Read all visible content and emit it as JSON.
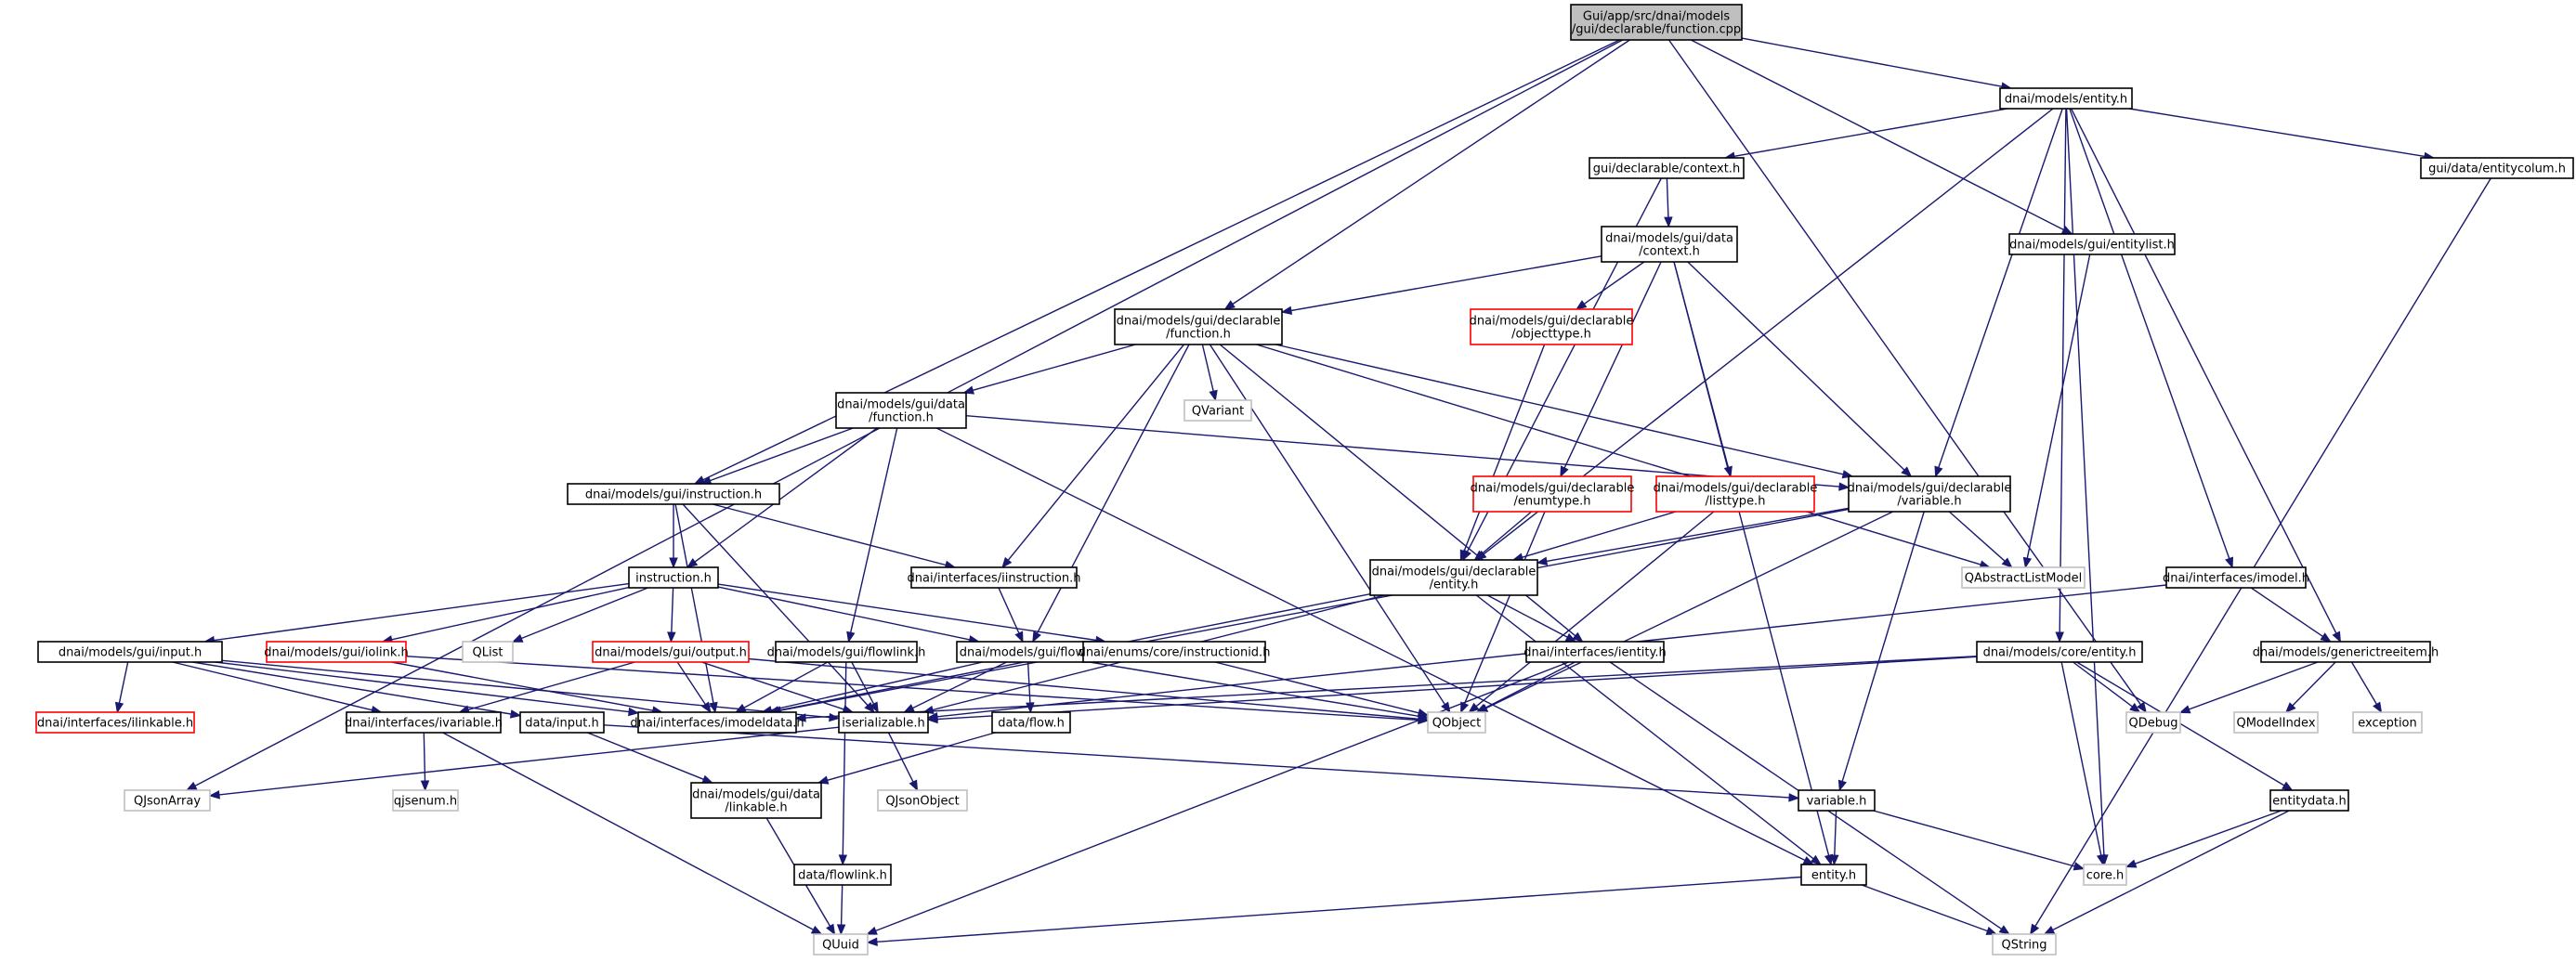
{
  "graph": {
    "colors": {
      "edge": "#191970",
      "missing_border": "#bfbfbf",
      "undocumented_border": "#ff0000",
      "root_fill": "#bfbfbf"
    },
    "nodes": [
      {
        "id": "root",
        "lines": [
          "Gui/app/src/dnai/models",
          "/gui/declarable/function.cpp"
        ],
        "style": "root"
      },
      {
        "id": "models_entity",
        "lines": [
          "dnai/models/entity.h"
        ],
        "style": "normal"
      },
      {
        "id": "decl_context",
        "lines": [
          "gui/declarable/context.h"
        ],
        "style": "normal"
      },
      {
        "id": "data_entitycolum",
        "lines": [
          "gui/data/entitycolum.h"
        ],
        "style": "normal"
      },
      {
        "id": "data_context",
        "lines": [
          "dnai/models/gui/data",
          "/context.h"
        ],
        "style": "normal"
      },
      {
        "id": "entitylist",
        "lines": [
          "dnai/models/gui/entitylist.h"
        ],
        "style": "normal"
      },
      {
        "id": "decl_function",
        "lines": [
          "dnai/models/gui/declarable",
          "/function.h"
        ],
        "style": "normal"
      },
      {
        "id": "objecttype",
        "lines": [
          "dnai/models/gui/declarable",
          "/objecttype.h"
        ],
        "style": "notdoc"
      },
      {
        "id": "qvariant",
        "lines": [
          "QVariant"
        ],
        "style": "missing"
      },
      {
        "id": "data_function",
        "lines": [
          "dnai/models/gui/data",
          "/function.h"
        ],
        "style": "normal"
      },
      {
        "id": "gui_instruction",
        "lines": [
          "dnai/models/gui/instruction.h"
        ],
        "style": "normal"
      },
      {
        "id": "enumtype",
        "lines": [
          "dnai/models/gui/declarable",
          "/enumtype.h"
        ],
        "style": "notdoc"
      },
      {
        "id": "listtype",
        "lines": [
          "dnai/models/gui/declarable",
          "/listtype.h"
        ],
        "style": "notdoc"
      },
      {
        "id": "decl_variable",
        "lines": [
          "dnai/models/gui/declarable",
          "/variable.h"
        ],
        "style": "normal"
      },
      {
        "id": "decl_entity",
        "lines": [
          "dnai/models/gui/declarable",
          "/entity.h"
        ],
        "style": "normal"
      },
      {
        "id": "qabstractlistmodel",
        "lines": [
          "QAbstractListModel"
        ],
        "style": "missing"
      },
      {
        "id": "instruction_h",
        "lines": [
          "instruction.h"
        ],
        "style": "normal"
      },
      {
        "id": "iinstruction",
        "lines": [
          "dnai/interfaces/iinstruction.h"
        ],
        "style": "normal"
      },
      {
        "id": "imodel",
        "lines": [
          "dnai/interfaces/imodel.h"
        ],
        "style": "normal"
      },
      {
        "id": "gui_input",
        "lines": [
          "dnai/models/gui/input.h"
        ],
        "style": "normal"
      },
      {
        "id": "iolink",
        "lines": [
          "dnai/models/gui/iolink.h"
        ],
        "style": "notdoc"
      },
      {
        "id": "qlist",
        "lines": [
          "QList"
        ],
        "style": "missing"
      },
      {
        "id": "gui_output",
        "lines": [
          "dnai/models/gui/output.h"
        ],
        "style": "notdoc"
      },
      {
        "id": "gui_flowlink",
        "lines": [
          "dnai/models/gui/flowlink.h"
        ],
        "style": "normal"
      },
      {
        "id": "gui_flow",
        "lines": [
          "dnai/models/gui/flow.h"
        ],
        "style": "normal"
      },
      {
        "id": "instructionid",
        "lines": [
          "dnai/enums/core/instructionid.h"
        ],
        "style": "normal"
      },
      {
        "id": "ientity",
        "lines": [
          "dnai/interfaces/ientity.h"
        ],
        "style": "normal"
      },
      {
        "id": "core_entity",
        "lines": [
          "dnai/models/core/entity.h"
        ],
        "style": "normal"
      },
      {
        "id": "generictreeitem",
        "lines": [
          "dnai/models/generictreeitem.h"
        ],
        "style": "normal"
      },
      {
        "id": "ilinkable",
        "lines": [
          "dnai/interfaces/ilinkable.h"
        ],
        "style": "notdoc"
      },
      {
        "id": "ivariable",
        "lines": [
          "dnai/interfaces/ivariable.h"
        ],
        "style": "normal"
      },
      {
        "id": "data_input",
        "lines": [
          "data/input.h"
        ],
        "style": "normal"
      },
      {
        "id": "imodeldata",
        "lines": [
          "dnai/interfaces/imodeldata.h"
        ],
        "style": "normal"
      },
      {
        "id": "iserializable",
        "lines": [
          "iserializable.h"
        ],
        "style": "normal"
      },
      {
        "id": "data_flow",
        "lines": [
          "data/flow.h"
        ],
        "style": "normal"
      },
      {
        "id": "qobject",
        "lines": [
          "QObject"
        ],
        "style": "missing"
      },
      {
        "id": "qdebug",
        "lines": [
          "QDebug"
        ],
        "style": "missing"
      },
      {
        "id": "qmodelindex",
        "lines": [
          "QModelIndex"
        ],
        "style": "missing"
      },
      {
        "id": "exception",
        "lines": [
          "exception"
        ],
        "style": "missing"
      },
      {
        "id": "qjsonarray",
        "lines": [
          "QJsonArray"
        ],
        "style": "missing"
      },
      {
        "id": "qjsenum",
        "lines": [
          "qjsenum.h"
        ],
        "style": "missing"
      },
      {
        "id": "linkable",
        "lines": [
          "dnai/models/gui/data",
          "/linkable.h"
        ],
        "style": "normal"
      },
      {
        "id": "qjsonobject",
        "lines": [
          "QJsonObject"
        ],
        "style": "missing"
      },
      {
        "id": "variable_h",
        "lines": [
          "variable.h"
        ],
        "style": "normal"
      },
      {
        "id": "entitydata",
        "lines": [
          "entitydata.h"
        ],
        "style": "normal"
      },
      {
        "id": "core_h",
        "lines": [
          "core.h"
        ],
        "style": "missing"
      },
      {
        "id": "data_flowlink",
        "lines": [
          "data/flowlink.h"
        ],
        "style": "normal"
      },
      {
        "id": "entity_h",
        "lines": [
          "entity.h"
        ],
        "style": "normal"
      },
      {
        "id": "quuid",
        "lines": [
          "QUuid"
        ],
        "style": "missing"
      },
      {
        "id": "qstring",
        "lines": [
          "QString"
        ],
        "style": "missing"
      }
    ],
    "edges": [
      [
        "root",
        "models_entity"
      ],
      [
        "root",
        "decl_function"
      ],
      [
        "root",
        "gui_instruction"
      ],
      [
        "root",
        "qjsonarray"
      ],
      [
        "root",
        "entitylist"
      ],
      [
        "root",
        "qdebug"
      ],
      [
        "models_entity",
        "decl_context"
      ],
      [
        "models_entity",
        "data_entitycolum"
      ],
      [
        "models_entity",
        "decl_entity"
      ],
      [
        "models_entity",
        "decl_variable"
      ],
      [
        "models_entity",
        "imodel"
      ],
      [
        "models_entity",
        "core_entity"
      ],
      [
        "models_entity",
        "core_h"
      ],
      [
        "models_entity",
        "generictreeitem"
      ],
      [
        "decl_context",
        "data_context"
      ],
      [
        "decl_context",
        "decl_entity"
      ],
      [
        "data_entitycolum",
        "qstring"
      ],
      [
        "data_context",
        "decl_function"
      ],
      [
        "data_context",
        "objecttype"
      ],
      [
        "data_context",
        "enumtype"
      ],
      [
        "data_context",
        "listtype"
      ],
      [
        "data_context",
        "decl_variable"
      ],
      [
        "data_context",
        "entity_h"
      ],
      [
        "entitylist",
        "qabstractlistmodel"
      ],
      [
        "decl_function",
        "data_function"
      ],
      [
        "decl_function",
        "qvariant"
      ],
      [
        "decl_function",
        "iinstruction"
      ],
      [
        "decl_function",
        "gui_flow"
      ],
      [
        "decl_function",
        "ientity"
      ],
      [
        "decl_function",
        "qobject"
      ],
      [
        "decl_function",
        "decl_variable"
      ],
      [
        "decl_function",
        "qabstractlistmodel"
      ],
      [
        "objecttype",
        "decl_entity"
      ],
      [
        "data_function",
        "gui_instruction"
      ],
      [
        "data_function",
        "instruction_h"
      ],
      [
        "data_function",
        "gui_flowlink"
      ],
      [
        "data_function",
        "decl_variable"
      ],
      [
        "data_function",
        "entity_h"
      ],
      [
        "gui_instruction",
        "instruction_h"
      ],
      [
        "gui_instruction",
        "iinstruction"
      ],
      [
        "gui_instruction",
        "imodeldata"
      ],
      [
        "gui_instruction",
        "iserializable"
      ],
      [
        "enumtype",
        "decl_entity"
      ],
      [
        "enumtype",
        "qobject"
      ],
      [
        "listtype",
        "decl_entity"
      ],
      [
        "listtype",
        "qobject"
      ],
      [
        "decl_variable",
        "decl_entity"
      ],
      [
        "decl_variable",
        "qabstractlistmodel"
      ],
      [
        "decl_variable",
        "variable_h"
      ],
      [
        "decl_variable",
        "qobject"
      ],
      [
        "decl_variable",
        "imodeldata"
      ],
      [
        "decl_entity",
        "ientity"
      ],
      [
        "decl_entity",
        "entity_h"
      ],
      [
        "decl_entity",
        "iserializable"
      ],
      [
        "decl_entity",
        "imodeldata"
      ],
      [
        "instruction_h",
        "gui_input"
      ],
      [
        "instruction_h",
        "iolink"
      ],
      [
        "instruction_h",
        "qlist"
      ],
      [
        "instruction_h",
        "gui_output"
      ],
      [
        "instruction_h",
        "gui_flow"
      ],
      [
        "instruction_h",
        "instructionid"
      ],
      [
        "iinstruction",
        "gui_flow"
      ],
      [
        "imodel",
        "generictreeitem"
      ],
      [
        "imodel",
        "iserializable"
      ],
      [
        "gui_input",
        "ilinkable"
      ],
      [
        "gui_input",
        "ivariable"
      ],
      [
        "gui_input",
        "data_input"
      ],
      [
        "gui_input",
        "imodeldata"
      ],
      [
        "gui_input",
        "iserializable"
      ],
      [
        "iolink",
        "imodeldata"
      ],
      [
        "iolink",
        "qobject"
      ],
      [
        "gui_output",
        "ivariable"
      ],
      [
        "gui_output",
        "imodeldata"
      ],
      [
        "gui_output",
        "iserializable"
      ],
      [
        "gui_output",
        "qobject"
      ],
      [
        "gui_flowlink",
        "imodeldata"
      ],
      [
        "gui_flowlink",
        "iserializable"
      ],
      [
        "gui_flowlink",
        "data_flowlink"
      ],
      [
        "gui_flow",
        "data_flow"
      ],
      [
        "gui_flow",
        "imodeldata"
      ],
      [
        "gui_flow",
        "iserializable"
      ],
      [
        "gui_flow",
        "qobject"
      ],
      [
        "instructionid",
        "qobject"
      ],
      [
        "ientity",
        "quuid"
      ],
      [
        "ientity",
        "qstring"
      ],
      [
        "ientity",
        "qobject"
      ],
      [
        "core_entity",
        "qdebug"
      ],
      [
        "core_entity",
        "entitydata"
      ],
      [
        "core_entity",
        "core_h"
      ],
      [
        "core_entity",
        "iserializable"
      ],
      [
        "core_entity",
        "imodeldata"
      ],
      [
        "generictreeitem",
        "qdebug"
      ],
      [
        "generictreeitem",
        "qmodelindex"
      ],
      [
        "generictreeitem",
        "exception"
      ],
      [
        "ivariable",
        "qjsenum"
      ],
      [
        "ivariable",
        "quuid"
      ],
      [
        "data_input",
        "linkable"
      ],
      [
        "data_input",
        "variable_h"
      ],
      [
        "iserializable",
        "qjsonarray"
      ],
      [
        "iserializable",
        "qjsonobject"
      ],
      [
        "data_flow",
        "linkable"
      ],
      [
        "linkable",
        "quuid"
      ],
      [
        "variable_h",
        "entity_h"
      ],
      [
        "variable_h",
        "core_h"
      ],
      [
        "entitydata",
        "core_h"
      ],
      [
        "entitydata",
        "qstring"
      ],
      [
        "data_flowlink",
        "quuid"
      ],
      [
        "entity_h",
        "quuid"
      ],
      [
        "entity_h",
        "qstring"
      ]
    ]
  }
}
